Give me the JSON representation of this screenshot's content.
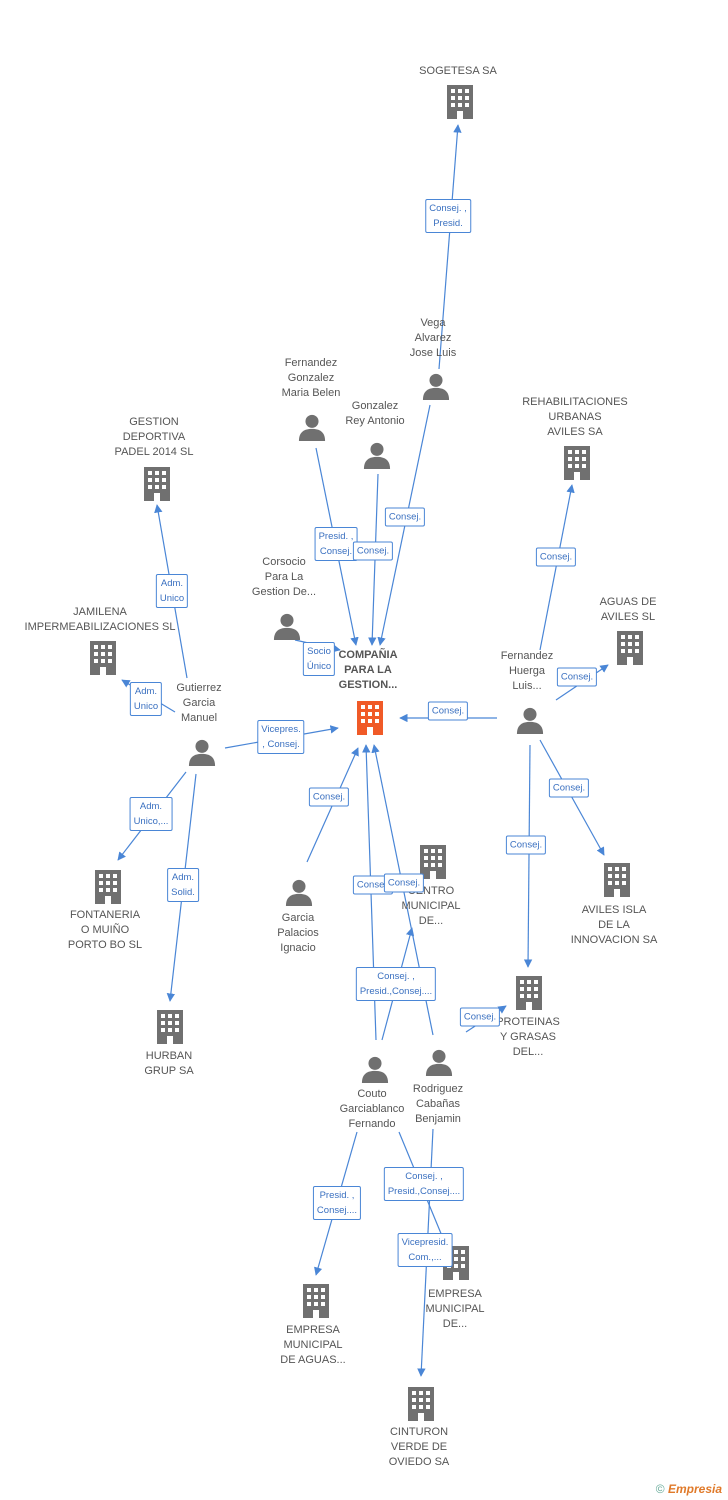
{
  "nodes": [
    {
      "id": "sogetesa",
      "type": "company",
      "label": "SOGETESA SA"
    },
    {
      "id": "vega",
      "type": "person",
      "label": "Vega\nAlvarez\nJose Luis"
    },
    {
      "id": "fgmb",
      "type": "person",
      "label": "Fernandez\nGonzalez\nMaria Belen"
    },
    {
      "id": "gra",
      "type": "person",
      "label": "Gonzalez\nRey Antonio"
    },
    {
      "id": "rehab",
      "type": "company",
      "label": "REHABILITACIONES\nURBANAS\nAVILES SA"
    },
    {
      "id": "gestion",
      "type": "company",
      "label": "GESTION\nDEPORTIVA\nPADEL 2014  SL"
    },
    {
      "id": "corsocio",
      "type": "person",
      "label": "Corsocio\nPara La\nGestion De..."
    },
    {
      "id": "aguas",
      "type": "company",
      "label": "AGUAS DE\nAVILES SL"
    },
    {
      "id": "jamilena",
      "type": "company",
      "label": "JAMILENA\nIMPERMEABILIZACIONES SL"
    },
    {
      "id": "main",
      "type": "main",
      "label": "COMPAÑIA\nPARA LA\nGESTION..."
    },
    {
      "id": "fhl",
      "type": "person",
      "label": "Fernandez\nHuerga\nLuis..."
    },
    {
      "id": "ggm",
      "type": "person",
      "label": "Gutierrez\nGarcia\nManuel"
    },
    {
      "id": "centro",
      "type": "company",
      "label": "CENTRO\nMUNICIPAL\nDE..."
    },
    {
      "id": "fontaneria",
      "type": "company",
      "label": "FONTANERIA\nO MUIÑO\nPORTO BO SL"
    },
    {
      "id": "gpi",
      "type": "person",
      "label": "Garcia\nPalacios\nIgnacio"
    },
    {
      "id": "aviles",
      "type": "company",
      "label": "AVILES ISLA\nDE LA\nINNOVACION SA"
    },
    {
      "id": "proteinas",
      "type": "company",
      "label": "PROTEINAS\nY GRASAS\nDEL..."
    },
    {
      "id": "hurban",
      "type": "company",
      "label": "HURBAN\nGRUP SA"
    },
    {
      "id": "cgf",
      "type": "person",
      "label": "Couto\nGarciablanco\nFernando"
    },
    {
      "id": "rcb",
      "type": "person",
      "label": "Rodriguez\nCabañas\nBenjamin"
    },
    {
      "id": "emp1",
      "type": "company",
      "label": "EMPRESA\nMUNICIPAL\nDE..."
    },
    {
      "id": "emp2",
      "type": "company",
      "label": "EMPRESA\nMUNICIPAL\nDE AGUAS..."
    },
    {
      "id": "cinturon",
      "type": "company",
      "label": "CINTURON\nVERDE DE\nOVIEDO SA"
    }
  ],
  "edges": [
    {
      "label": "Consej. ,\nPresid."
    },
    {
      "label": "Presid. ,\nConsej."
    },
    {
      "label": "Consej."
    },
    {
      "label": "Consej."
    },
    {
      "label": "Socio\nÚnico"
    },
    {
      "label": "Consej."
    },
    {
      "label": "Consej."
    },
    {
      "label": "Consej."
    },
    {
      "label": "Consej."
    },
    {
      "label": "Consej."
    },
    {
      "label": "Adm.\nUnico"
    },
    {
      "label": "Adm.\nUnico"
    },
    {
      "label": "Vicepres.\n, Consej."
    },
    {
      "label": "Adm.\nUnico,..."
    },
    {
      "label": "Adm.\nSolid."
    },
    {
      "label": "Consej."
    },
    {
      "label": "Consej."
    },
    {
      "label": "Consej."
    },
    {
      "label": "Consej. ,\nPresid.,Consej...."
    },
    {
      "label": "Consej."
    },
    {
      "label": "Presid. ,\nConsej...."
    },
    {
      "label": "Consej. ,\nPresid.,Consej...."
    },
    {
      "label": "Vicepresid.\nCom.,..."
    }
  ],
  "footer": {
    "symbol": "©",
    "brand_first": "E",
    "brand_rest": "mpresia"
  },
  "colors": {
    "edge": "#4a86d6",
    "node": "#707070",
    "main": "#f05a28"
  }
}
